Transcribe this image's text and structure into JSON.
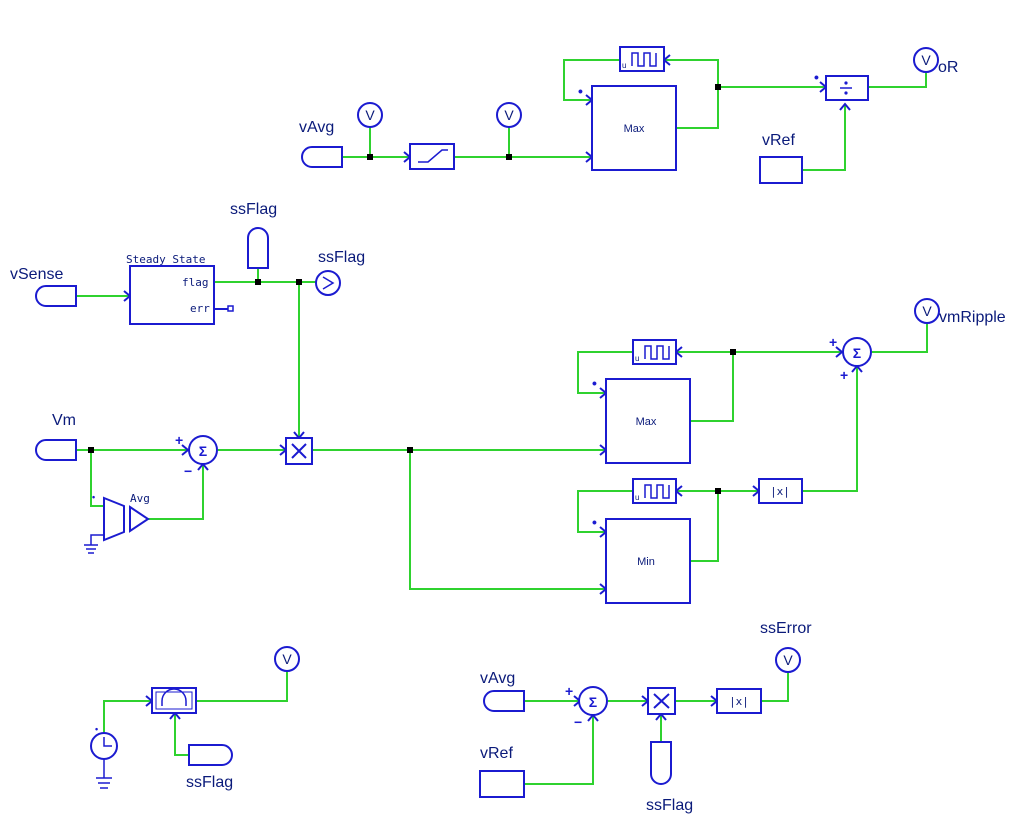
{
  "colors": {
    "wire": "#2fd22f",
    "block": "#1b1bd0",
    "text": "#0a1a7a"
  },
  "labels": {
    "vAvg_top": "vAvg",
    "vRef_top": "vRef",
    "probe_oR": "oR",
    "ssFlag_tag": "ssFlag",
    "ssFlag_probe": "ssFlag",
    "vSense": "vSense",
    "Vm": "Vm",
    "vmRipple": "vmRipple",
    "avg": "Avg",
    "ssFlag_bottom_left": "ssFlag",
    "ssError": "ssError",
    "vAvg_bottom": "vAvg",
    "vRef_bottom": "vRef",
    "ssFlag_bottom": "ssFlag"
  },
  "blocks": {
    "max_top": "Max",
    "steady_state_title": "Steady State",
    "flag_port": "flag",
    "err_port": "err",
    "max_mid": "Max",
    "min_mid": "Min",
    "abs_mid": "|x|",
    "abs_bottom": "|x|",
    "sample_u": "u"
  },
  "symbols": {
    "voltmeter": "V",
    "sigma": "Σ",
    "plus": "+",
    "minus": "−",
    "dot": "•"
  }
}
